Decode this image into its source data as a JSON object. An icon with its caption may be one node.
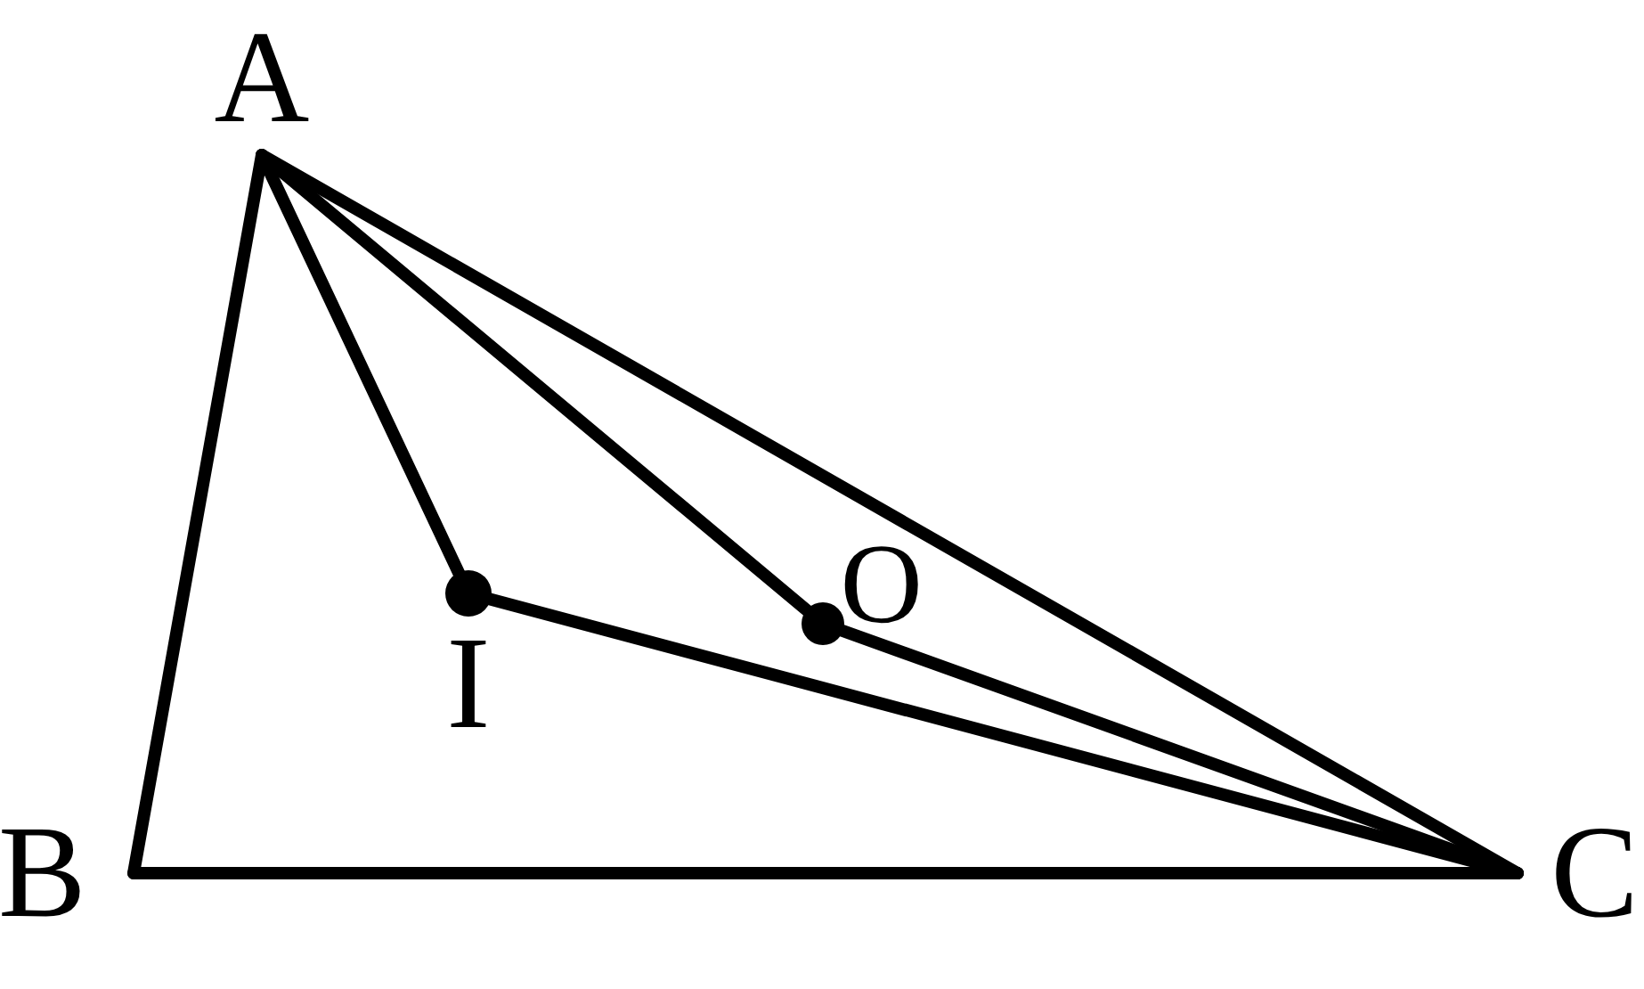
{
  "diagram": {
    "nodes": [
      {
        "text": [
          "A"
        ]
      },
      {
        "text": [
          "B"
        ]
      },
      {
        "text": [
          "C"
        ]
      },
      {
        "text": [
          "I"
        ]
      },
      {
        "text": [
          "O"
        ]
      }
    ],
    "edges": [
      {
        "from": 0,
        "to": 1,
        "arrow": "none"
      },
      {
        "from": 1,
        "to": 2,
        "arrow": "none"
      },
      {
        "from": 0,
        "to": 2,
        "arrow": "none"
      },
      {
        "from": 0,
        "to": 3,
        "arrow": "none"
      },
      {
        "from": 0,
        "to": 4,
        "arrow": "none"
      },
      {
        "from": 3,
        "to": 2,
        "arrow": "none"
      },
      {
        "from": 4,
        "to": 2,
        "arrow": "none"
      }
    ]
  }
}
